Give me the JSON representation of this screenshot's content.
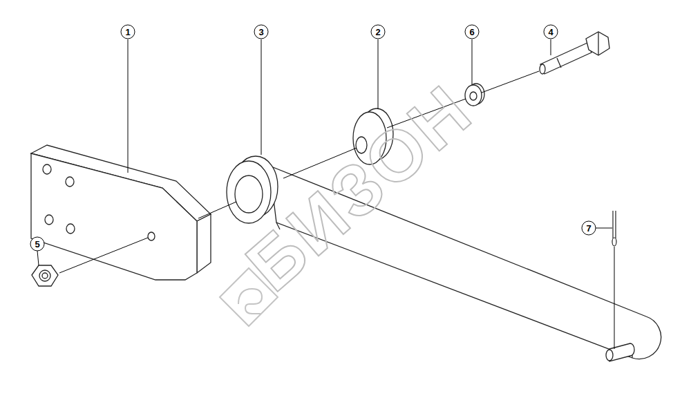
{
  "diagram": {
    "labels": [
      "1",
      "3",
      "2",
      "6",
      "4",
      "5",
      "7",
      "БИЗОН"
    ]
  }
}
